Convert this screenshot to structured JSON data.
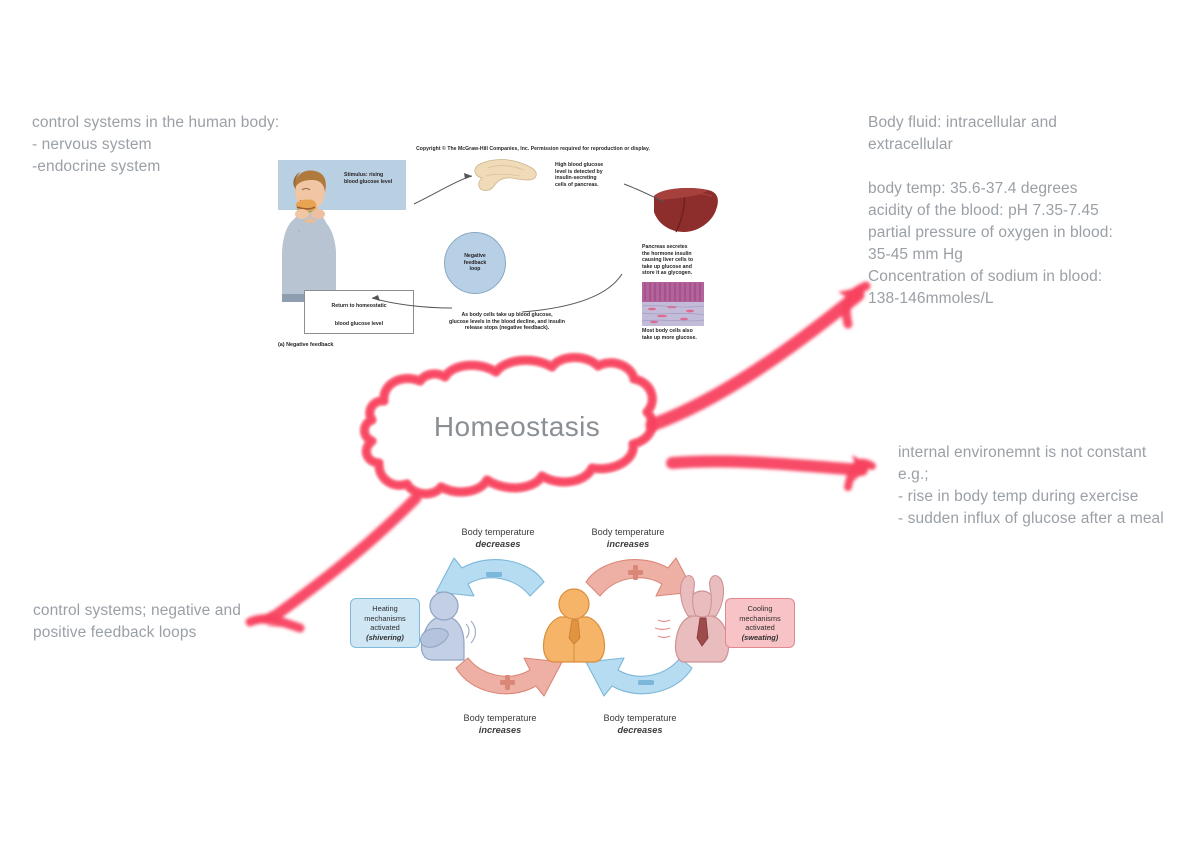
{
  "canvas": {
    "background": "#ffffff",
    "accent_marker": "#f8425f",
    "note_text_color": "#9aa0a6"
  },
  "center": {
    "label": "Homeostasis",
    "shape": "hand-drawn-cloud",
    "outline_color": "#f8566e"
  },
  "notes": [
    {
      "id": "note-top-left",
      "text": "control systems in the human body:\n- nervous system\n-endocrine system"
    },
    {
      "id": "note-top-right",
      "text": "Body fluid: intracellular and\nextracellular\n\nbody temp: 35.6-37.4 degrees\nacidity of the blood: pH 7.35-7.45\npartial pressure of oxygen in blood:\n35-45 mm Hg\nConcentration of sodium in blood:\n138-146mmoles/L"
    },
    {
      "id": "note-mid-right",
      "text": "internal environemnt is not constant\ne.g.;\n- rise in body temp during exercise\n- sudden influx of glucose after a meal"
    },
    {
      "id": "note-bottom-left",
      "text": "control systems; negative and\npositive feedback loops"
    }
  ],
  "arrows": [
    {
      "id": "arrow-to-top-right",
      "from": "cloud",
      "to": "note-top-right",
      "color": "#f8425f"
    },
    {
      "id": "arrow-to-mid-right",
      "from": "cloud",
      "to": "note-mid-right",
      "color": "#f8425f"
    },
    {
      "id": "arrow-to-bottom-left",
      "from": "cloud",
      "to": "note-bottom-left",
      "color": "#f8425f"
    }
  ],
  "figure_negative_feedback": {
    "copyright": "Copyright © The McGraw-Hill Companies, Inc. Permission required for reproduction or display.",
    "caption": "(a) Negative feedback",
    "center_circle": "Negative\nfeedback\nloop",
    "labels": {
      "stimulus": "Stimulus: rising\nblood glucose level",
      "pancreas_detect": "High blood glucose\nlevel is detected by\ninsulin-secreting\ncells of pancreas.",
      "insulin": "Pancreas secretes\nthe hormone insulin\ncausing liver cells to\ntake up glucose and\nstore it as glycogen.",
      "body_cells": "Most body cells also\ntake up more glucose.",
      "return": "Return to homeostatic\nblood glucose level",
      "decline": "As body cells take up blood glucose,\nglucose levels in the blood decline, and insulin\nrelease stops (negative feedback)."
    }
  },
  "figure_body_temperature": {
    "labels": {
      "top_left": {
        "line1": "Body temperature",
        "line2": "decreases"
      },
      "top_right": {
        "line1": "Body temperature",
        "line2": "increases"
      },
      "bottom_left": {
        "line1": "Body temperature",
        "line2": "increases"
      },
      "bottom_right": {
        "line1": "Body temperature",
        "line2": "decreases"
      }
    },
    "boxes": {
      "heating": {
        "line1": "Heating",
        "line2": "mechanisms",
        "line3": "activated",
        "line4": "(shivering)",
        "color": "#cfe7f5"
      },
      "cooling": {
        "line1": "Cooling",
        "line2": "mechanisms",
        "line3": "activated",
        "line4": "(sweating)",
        "color": "#f7c3c6"
      }
    },
    "signs": {
      "minus": "–",
      "plus": "+"
    },
    "figures": [
      {
        "name": "shivering-person",
        "color": "#aebdd6"
      },
      {
        "name": "normal-person",
        "color": "#f5ae62"
      },
      {
        "name": "sweating-person",
        "color": "#e9b5b6"
      }
    ]
  }
}
